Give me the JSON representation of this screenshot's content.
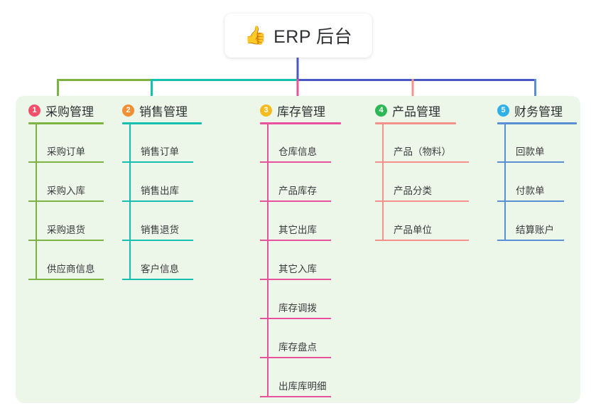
{
  "root": {
    "icon": "thumbs-up-icon",
    "emoji": "👍",
    "title": "ERP 后台"
  },
  "colors": {
    "panel_bg": "#edf7e9",
    "page_bg": "#ffffff",
    "text": "#2f3033",
    "root_connector": "#4a56c4",
    "column_1": "#7cb342",
    "column_2": "#16c0b0",
    "column_3": "#e8519b",
    "column_4": "#f4918c",
    "column_5": "#5b8fd4"
  },
  "columns": [
    {
      "index": "1",
      "badge_color": "#f2506a",
      "line_color": "#7cb342",
      "title": "采购管理",
      "items": [
        "采购订单",
        "采购入库",
        "采购退货",
        "供应商信息"
      ]
    },
    {
      "index": "2",
      "badge_color": "#f08f33",
      "line_color": "#16c0b0",
      "title": "销售管理",
      "items": [
        "销售订单",
        "销售出库",
        "销售退货",
        "客户信息"
      ]
    },
    {
      "index": "3",
      "badge_color": "#f5bc20",
      "line_color": "#e8519b",
      "title": "库存管理",
      "items": [
        "仓库信息",
        "产品库存",
        "其它出库",
        "其它入库",
        "库存调拨",
        "库存盘点",
        "出库库明细"
      ]
    },
    {
      "index": "4",
      "badge_color": "#2db757",
      "line_color": "#f4918c",
      "title": "产品管理",
      "items": [
        "产品（物料）",
        "产品分类",
        "产品单位"
      ]
    },
    {
      "index": "5",
      "badge_color": "#2eb0e8",
      "line_color": "#5b8fd4",
      "title": "财务管理",
      "items": [
        "回款单",
        "付款单",
        "结算账户"
      ]
    }
  ]
}
